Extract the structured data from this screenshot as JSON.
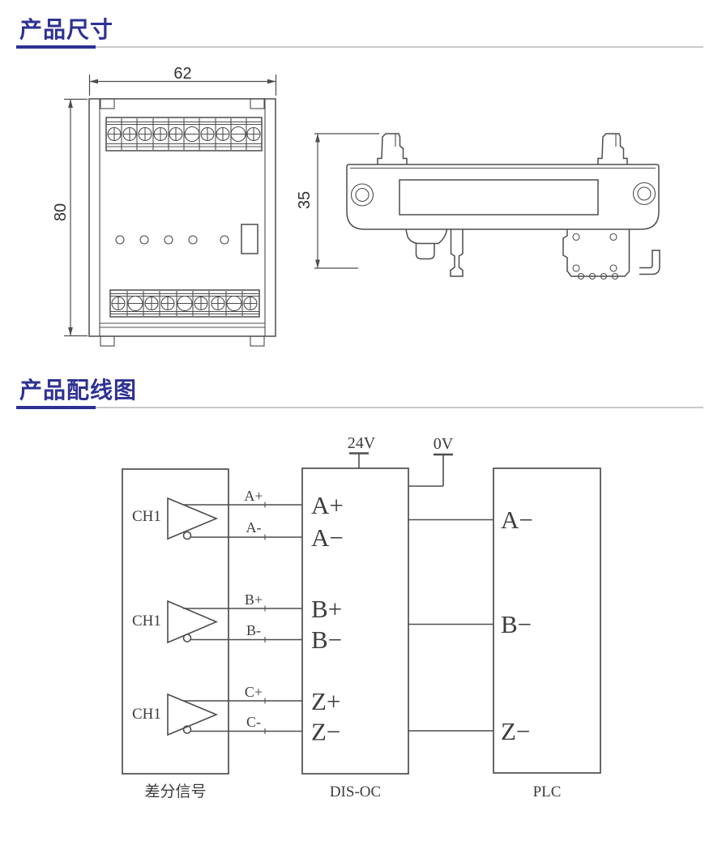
{
  "page": {
    "accent_color": "#2e3192",
    "divider_gray": "#c9c9c9",
    "line_color": "#4d4d4d"
  },
  "section_dimensions": {
    "title": "产品尺寸",
    "front_view": {
      "width_dim": "62",
      "height_dim": "80"
    },
    "side_view": {
      "height_dim": "35"
    }
  },
  "section_wiring": {
    "title": "产品配线图",
    "power_24v": "24V",
    "power_0v": "0V",
    "source_box_label": "差分信号",
    "module_box_label": "DIS-OC",
    "plc_box_label": "PLC",
    "channels": [
      {
        "amp_label": "CH1",
        "wire_pos": "A+",
        "wire_neg": "A-",
        "module_term_pos": "A+",
        "module_term_neg": "A−",
        "plc_term": "A−"
      },
      {
        "amp_label": "CH1",
        "wire_pos": "B+",
        "wire_neg": "B-",
        "module_term_pos": "B+",
        "module_term_neg": "B−",
        "plc_term": "B−"
      },
      {
        "amp_label": "CH1",
        "wire_pos": "C+",
        "wire_neg": "C-",
        "module_term_pos": "Z+",
        "module_term_neg": "Z−",
        "plc_term": "Z−"
      }
    ]
  }
}
